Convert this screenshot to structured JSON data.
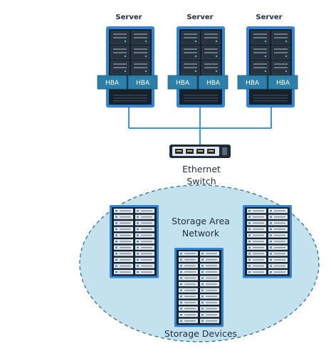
{
  "servers": [
    {
      "label": "Server",
      "hba_left": "HBA",
      "hba_right": "HBA"
    },
    {
      "label": "Server",
      "hba_left": "HBA",
      "hba_right": "HBA"
    },
    {
      "label": "Server",
      "hba_left": "HBA",
      "hba_right": "HBA"
    }
  ],
  "switch": {
    "line1": "Ethernet",
    "line2": "Switch"
  },
  "san": {
    "line1": "Storage Area",
    "line2": "Network"
  },
  "storage": {
    "label": "Storage Devices"
  },
  "colors": {
    "server_blue": "#2f86d6",
    "server_dark": "#17212b",
    "hba_teal": "#2b7fa8",
    "san_fill": "#c4e2ee",
    "san_stroke": "#3b7b94",
    "cable": "#3a97d4"
  }
}
